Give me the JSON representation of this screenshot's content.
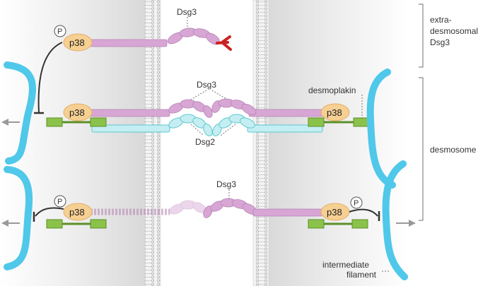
{
  "labels": {
    "dsg3_top": "Dsg3",
    "dsg3_mid": "Dsg3",
    "dsg2": "Dsg2",
    "dsg3_bottom": "Dsg3",
    "desmoplakin": "desmoplakin",
    "extra_line1": "extra-",
    "extra_line2": "desmosomal",
    "extra_line3": "Dsg3",
    "desmosome": "desmosome",
    "if_line1": "intermediate",
    "if_line2": "filament"
  },
  "p38": "p38",
  "phospho": "P",
  "colors": {
    "dsg3": "#d7a6d4",
    "dsg3_dark": "#b784b5",
    "dsg2": "#c4eef2",
    "dsg2_dark": "#5ec8cf",
    "p38_fill": "#f6cf92",
    "p38_stroke": "#e3b06a",
    "plakin": "#8bc34a",
    "plakin_dark": "#5d8f27",
    "filament": "#4fc8ea",
    "filament_dark": "#2aa9cf",
    "tail": "#cc2222",
    "arrow": "#999999"
  }
}
